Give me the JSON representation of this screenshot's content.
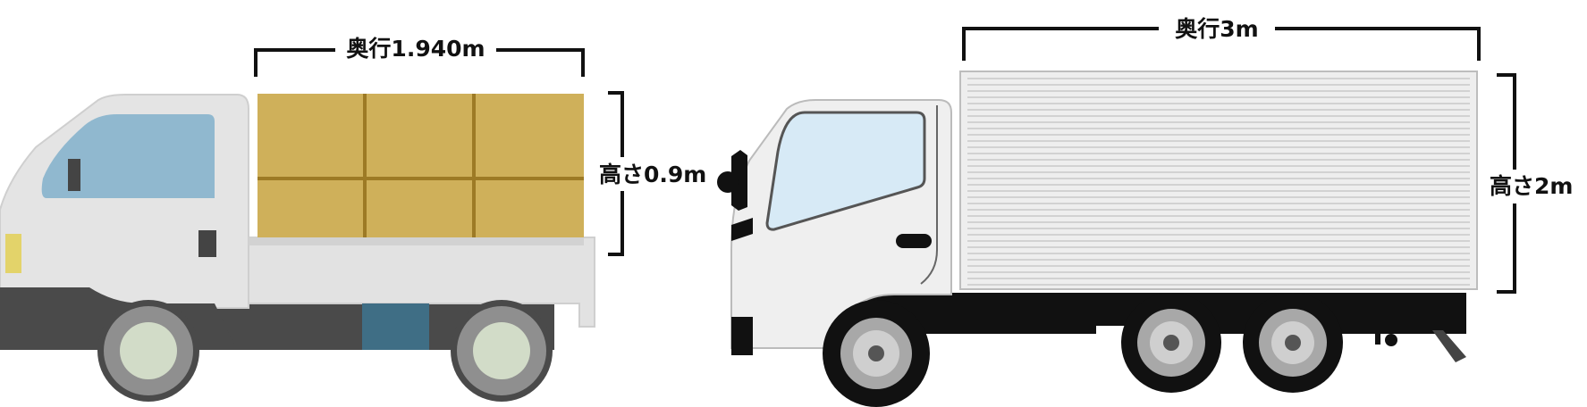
{
  "small_truck": {
    "depth_label": "奥行1.940m",
    "height_label": "高さ0.9m"
  },
  "large_truck": {
    "depth_label": "奥行3m",
    "height_label": "高さ2m"
  },
  "colors": {
    "cargo_box": "#cfb05a",
    "cargo_seam": "#9d7a25",
    "cab_body": "#e3e3e3",
    "window_blue": "#90b8cf",
    "chassis_dark": "#4a4a4a",
    "tank_blue": "#3f6e85",
    "container": "#eeeeee",
    "frame_black": "#111111"
  }
}
